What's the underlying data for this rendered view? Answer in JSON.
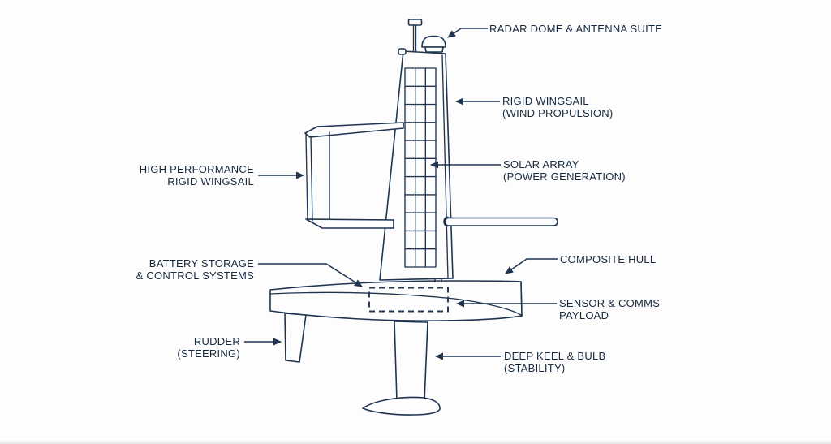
{
  "colors": {
    "line": "#1e3450",
    "text": "#17293e",
    "background": "#fdfdfd"
  },
  "labels": {
    "radar_dome": [
      "RADAR DOME & ANTENNA SUITE"
    ],
    "rigid_wingsail": [
      "RIGID WINGSAIL",
      "(WIND PROPULSION)"
    ],
    "solar_array": [
      "SOLAR ARRAY",
      "(POWER GENERATION)"
    ],
    "high_performance_wingsail": [
      "HIGH PERFORMANCE",
      "RIGID WINGSAIL"
    ],
    "battery_storage": [
      "BATTERY STORAGE",
      "& CONTROL SYSTEMS"
    ],
    "composite_hull": [
      "COMPOSITE HULL"
    ],
    "sensor_payload": [
      "SENSOR & COMMS",
      "PAYLOAD"
    ],
    "rudder": [
      "RUDDER",
      "(STEERING)"
    ],
    "deep_keel": [
      "DEEP KEEL & BULB",
      "(STABILITY)"
    ]
  }
}
